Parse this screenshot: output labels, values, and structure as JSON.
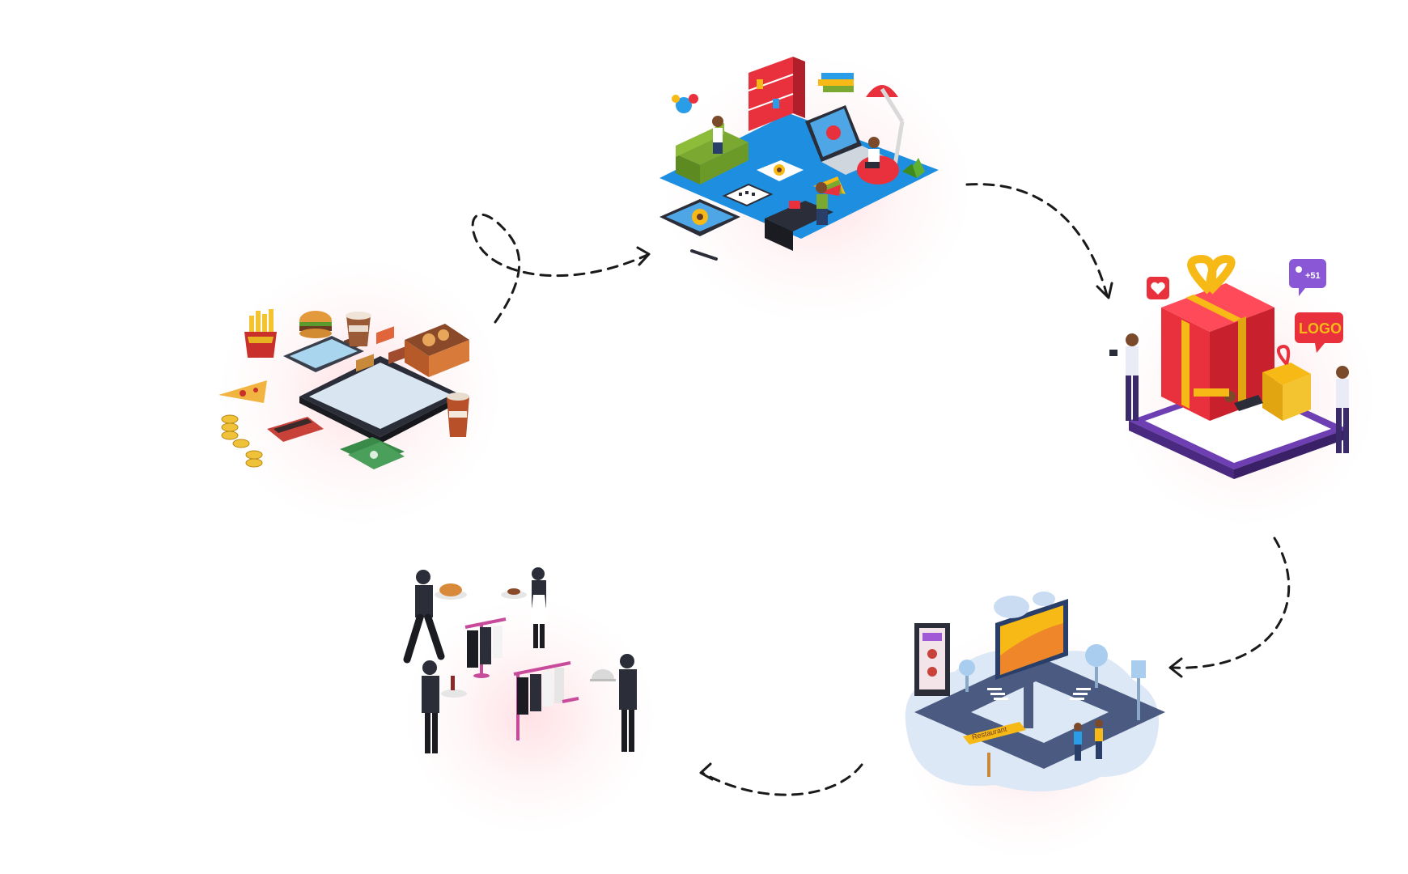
{
  "illustrations": {
    "marketing": {
      "logo_badge": "LOGO",
      "followers_badge": "+51"
    },
    "advertising": {
      "sign_text": "Restaurant"
    }
  },
  "colors": {
    "arrow": "#1a1a1a",
    "glow": "#ff7a8c",
    "accent_blue": "#1e8fe0",
    "accent_red": "#e8313d",
    "accent_yellow": "#f6b916",
    "accent_purple": "#6d3fb3"
  }
}
